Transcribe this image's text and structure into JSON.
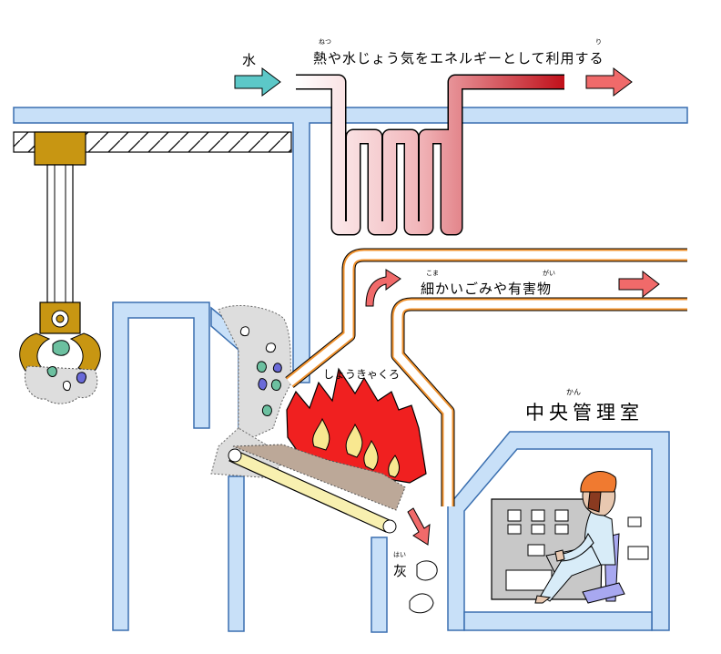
{
  "labels": {
    "water": "水",
    "heat_use": "熱や水じょう気をエネルギーとして利用する",
    "heat_use_ruby_netsu": "ねつ",
    "heat_use_ruby_ri": "り",
    "fine_dust": "細かいごみや有害物",
    "fine_dust_ruby_koma": "こま",
    "fine_dust_ruby_gai": "がい",
    "incinerator": "しょうきゃくろ",
    "control_room": "中央管理室",
    "control_room_ruby_kan": "かん",
    "ash": "灰",
    "ash_ruby_hai": "はい"
  },
  "colors": {
    "wall_fill": "#c8e0f8",
    "wall_stroke": "#3a6fb0",
    "arrow_teal": "#5cc8c8",
    "arrow_red": "#f06a6a",
    "orange_duct": "#f0922e",
    "flame_red": "#f02020",
    "flame_yellow": "#f8e890",
    "crane_gold": "#c89612",
    "helmet_orange": "#f07a30",
    "panel_gray": "#c8c8c8"
  }
}
